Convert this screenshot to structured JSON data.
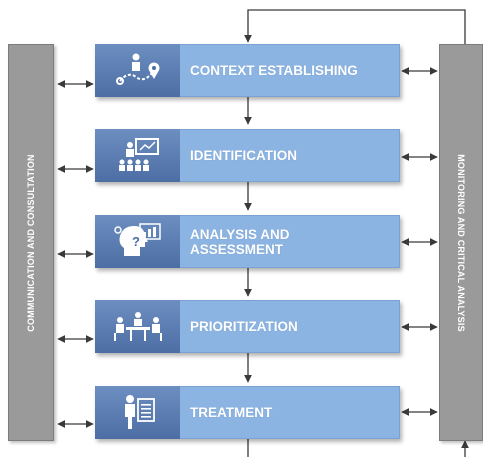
{
  "left_bar": {
    "label": "COMMUNICATION  AND CONSULTATION"
  },
  "right_bar": {
    "label": "MONITORING AND CRITICAL ANALYSIS"
  },
  "steps": [
    {
      "label": "CONTEXT ESTABLISHING",
      "icon": "route-map-icon"
    },
    {
      "label": "IDENTIFICATION",
      "icon": "presentation-audience-icon"
    },
    {
      "label": "ANALYSIS AND\nASSESSMENT",
      "icon": "thinking-head-chart-icon"
    },
    {
      "label": "PRIORITIZATION",
      "icon": "meeting-table-icon"
    },
    {
      "label": "TREATMENT",
      "icon": "person-checklist-icon"
    }
  ],
  "colors": {
    "icon_box": "#4c6ea4",
    "label_box": "#8cb4e2",
    "side_bar": "#9a9a9a",
    "arrow": "#3a3a3a"
  }
}
